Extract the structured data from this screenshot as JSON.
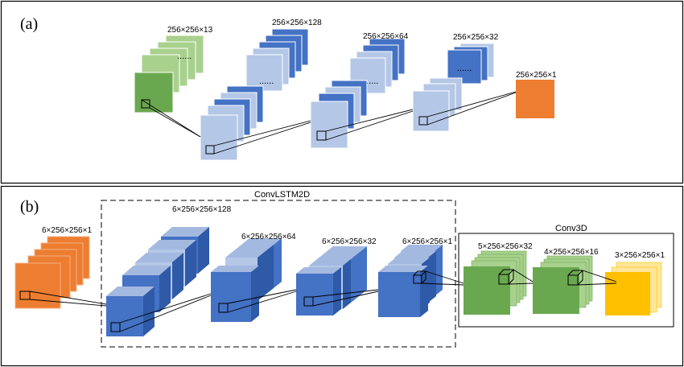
{
  "panel_a": {
    "label": "(a)",
    "dims": [
      "256×256×13",
      "256×256×128",
      "256×256×64",
      "256×256×32",
      "256×256×1"
    ],
    "dots": "......"
  },
  "panel_b": {
    "label": "(b)",
    "input_dim": "6×256×256×1",
    "convlstm_title": "ConvLSTM2D",
    "convlstm_dims": [
      "6×256×256×128",
      "6×256×256×64",
      "6×256×256×32",
      "6×256×256×1"
    ],
    "conv3d_title": "Conv3D",
    "conv3d_dims": [
      "5×256×256×32",
      "4×256×256×16",
      "3×256×256×1"
    ]
  },
  "colors": {
    "green_dark": "#6aa84f",
    "green_light": "#a9d18e",
    "blue_dark": "#4472c4",
    "blue_light": "#b4c7e7",
    "orange": "#ed7d31",
    "orange_light": "#f4b183",
    "yellow": "#ffc000",
    "yellow_light": "#ffe699"
  }
}
